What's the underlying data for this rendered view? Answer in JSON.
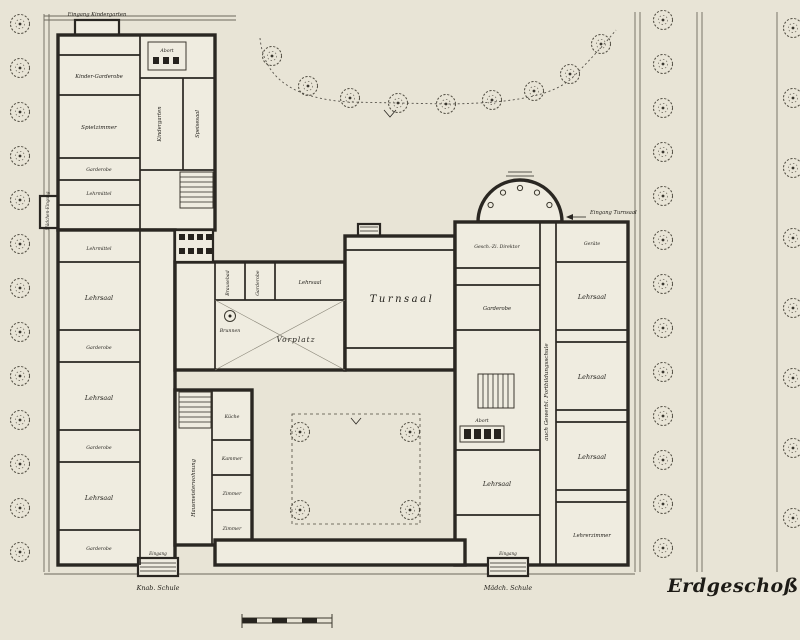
{
  "title": "Erdgeschoß",
  "colors": {
    "paper": "#e8e4d6",
    "room": "#efece0",
    "ink": "#2a2722",
    "street_line": "#6b675c"
  },
  "plan": {
    "left_top": {
      "entrance_label": "Eingang Kindergarten",
      "kinder_garderobe": "Kinder-Garderobe",
      "abort": "Abort",
      "spielzimmer": "Spielzimmer",
      "kindergarten": "Kindergarten",
      "speisesaal": "Speisesaal",
      "garderobe": "Garderobe",
      "lehrmittel": "Lehrmittel",
      "maedchen_eingang": "Mädchen-Eingang"
    },
    "left_wing": {
      "rooms": [
        "Lehrmittel",
        "Lehrsaal",
        "Garderobe",
        "Lehrsaal",
        "Garderobe",
        "Lehrsaal",
        "Garderobe"
      ]
    },
    "center": {
      "brausebad": "Brausebad",
      "garderobe": "Garderobe",
      "lehrsaal": "Lehrsaal",
      "vorplatz": "Vorplatz",
      "brunnen": "Brunnen",
      "turnsaal": "Turnsaal"
    },
    "center_right": {
      "direktor": "Gesch.-Zi. Direktor",
      "garderobe": "Garderobe",
      "eingang_turnsaal": "Eingang Turnsaal"
    },
    "right_wing": {
      "rooms": [
        "Geräte",
        "Lehrsaal",
        "Lehrsaal",
        "Lehrsaal",
        "Lehrerzimmer"
      ],
      "abort": "Abort",
      "lehrsaal_inner": "Lehrsaal",
      "fortbildung": "auch Gewerbl. Fortbildungsschule"
    },
    "caretaker": {
      "vertical": "Hausmeisterwohnung",
      "rooms": [
        "Küche",
        "Kammer",
        "Zimmer",
        "Zimmer"
      ]
    },
    "bottom": {
      "left_school": "Knab. Schule",
      "right_school": "Mädch. Schule",
      "eingang_left": "Eingang",
      "eingang_right": "Eingang"
    }
  }
}
